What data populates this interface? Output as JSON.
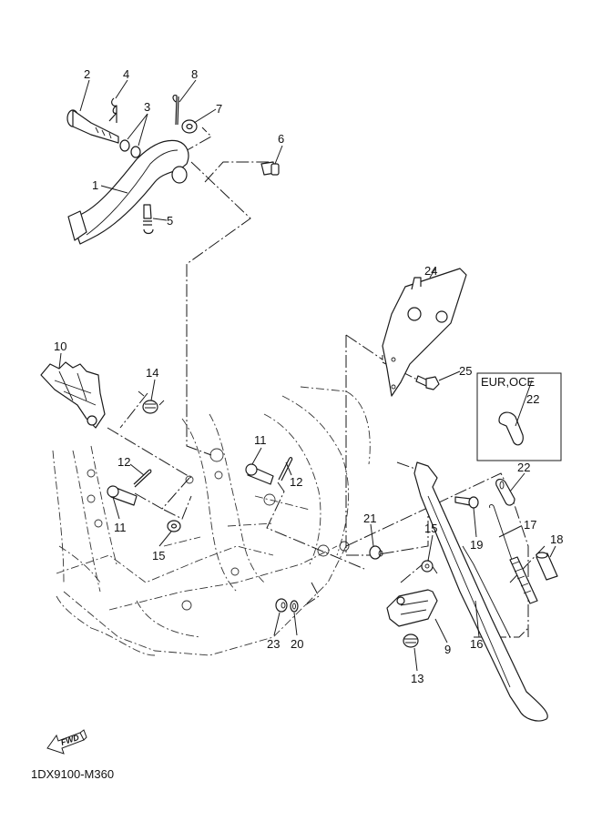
{
  "diagram": {
    "title_code": "1DX9100-M360",
    "direction_indicator": "FWD",
    "region_box_label": "EUR,OCE",
    "callouts": [
      {
        "id": "c1",
        "number": "1",
        "part": "brake pedal"
      },
      {
        "id": "c2",
        "number": "2",
        "part": "pedal shaft"
      },
      {
        "id": "c3",
        "number": "3",
        "part": "o-ring"
      },
      {
        "id": "c4",
        "number": "4",
        "part": "clip"
      },
      {
        "id": "c5",
        "number": "5",
        "part": "spring"
      },
      {
        "id": "c6",
        "number": "6",
        "part": "pin"
      },
      {
        "id": "c7",
        "number": "7",
        "part": "washer"
      },
      {
        "id": "c8",
        "number": "8",
        "part": "cotter pin"
      },
      {
        "id": "c9",
        "number": "9",
        "part": "footrest right"
      },
      {
        "id": "c10",
        "number": "10",
        "part": "footrest left"
      },
      {
        "id": "c11a",
        "number": "11",
        "part": "pin"
      },
      {
        "id": "c11b",
        "number": "11",
        "part": "pin"
      },
      {
        "id": "c12a",
        "number": "12",
        "part": "cotter pin"
      },
      {
        "id": "c12b",
        "number": "12",
        "part": "cotter pin"
      },
      {
        "id": "c13",
        "number": "13",
        "part": "spring"
      },
      {
        "id": "c14",
        "number": "14",
        "part": "spring"
      },
      {
        "id": "c15a",
        "number": "15",
        "part": "washer"
      },
      {
        "id": "c15b",
        "number": "15",
        "part": "washer"
      },
      {
        "id": "c16",
        "number": "16",
        "part": "sidestand"
      },
      {
        "id": "c17",
        "number": "17",
        "part": "spring"
      },
      {
        "id": "c18",
        "number": "18",
        "part": "collar"
      },
      {
        "id": "c19",
        "number": "19",
        "part": "bolt"
      },
      {
        "id": "c20",
        "number": "20",
        "part": "washer"
      },
      {
        "id": "c21",
        "number": "21",
        "part": "nut"
      },
      {
        "id": "c22a",
        "number": "22",
        "part": "bracket"
      },
      {
        "id": "c22b",
        "number": "22",
        "part": "bracket"
      },
      {
        "id": "c23",
        "number": "23",
        "part": "nut"
      },
      {
        "id": "c24",
        "number": "24",
        "part": "plate"
      },
      {
        "id": "c25",
        "number": "25",
        "part": "bolt"
      }
    ]
  }
}
